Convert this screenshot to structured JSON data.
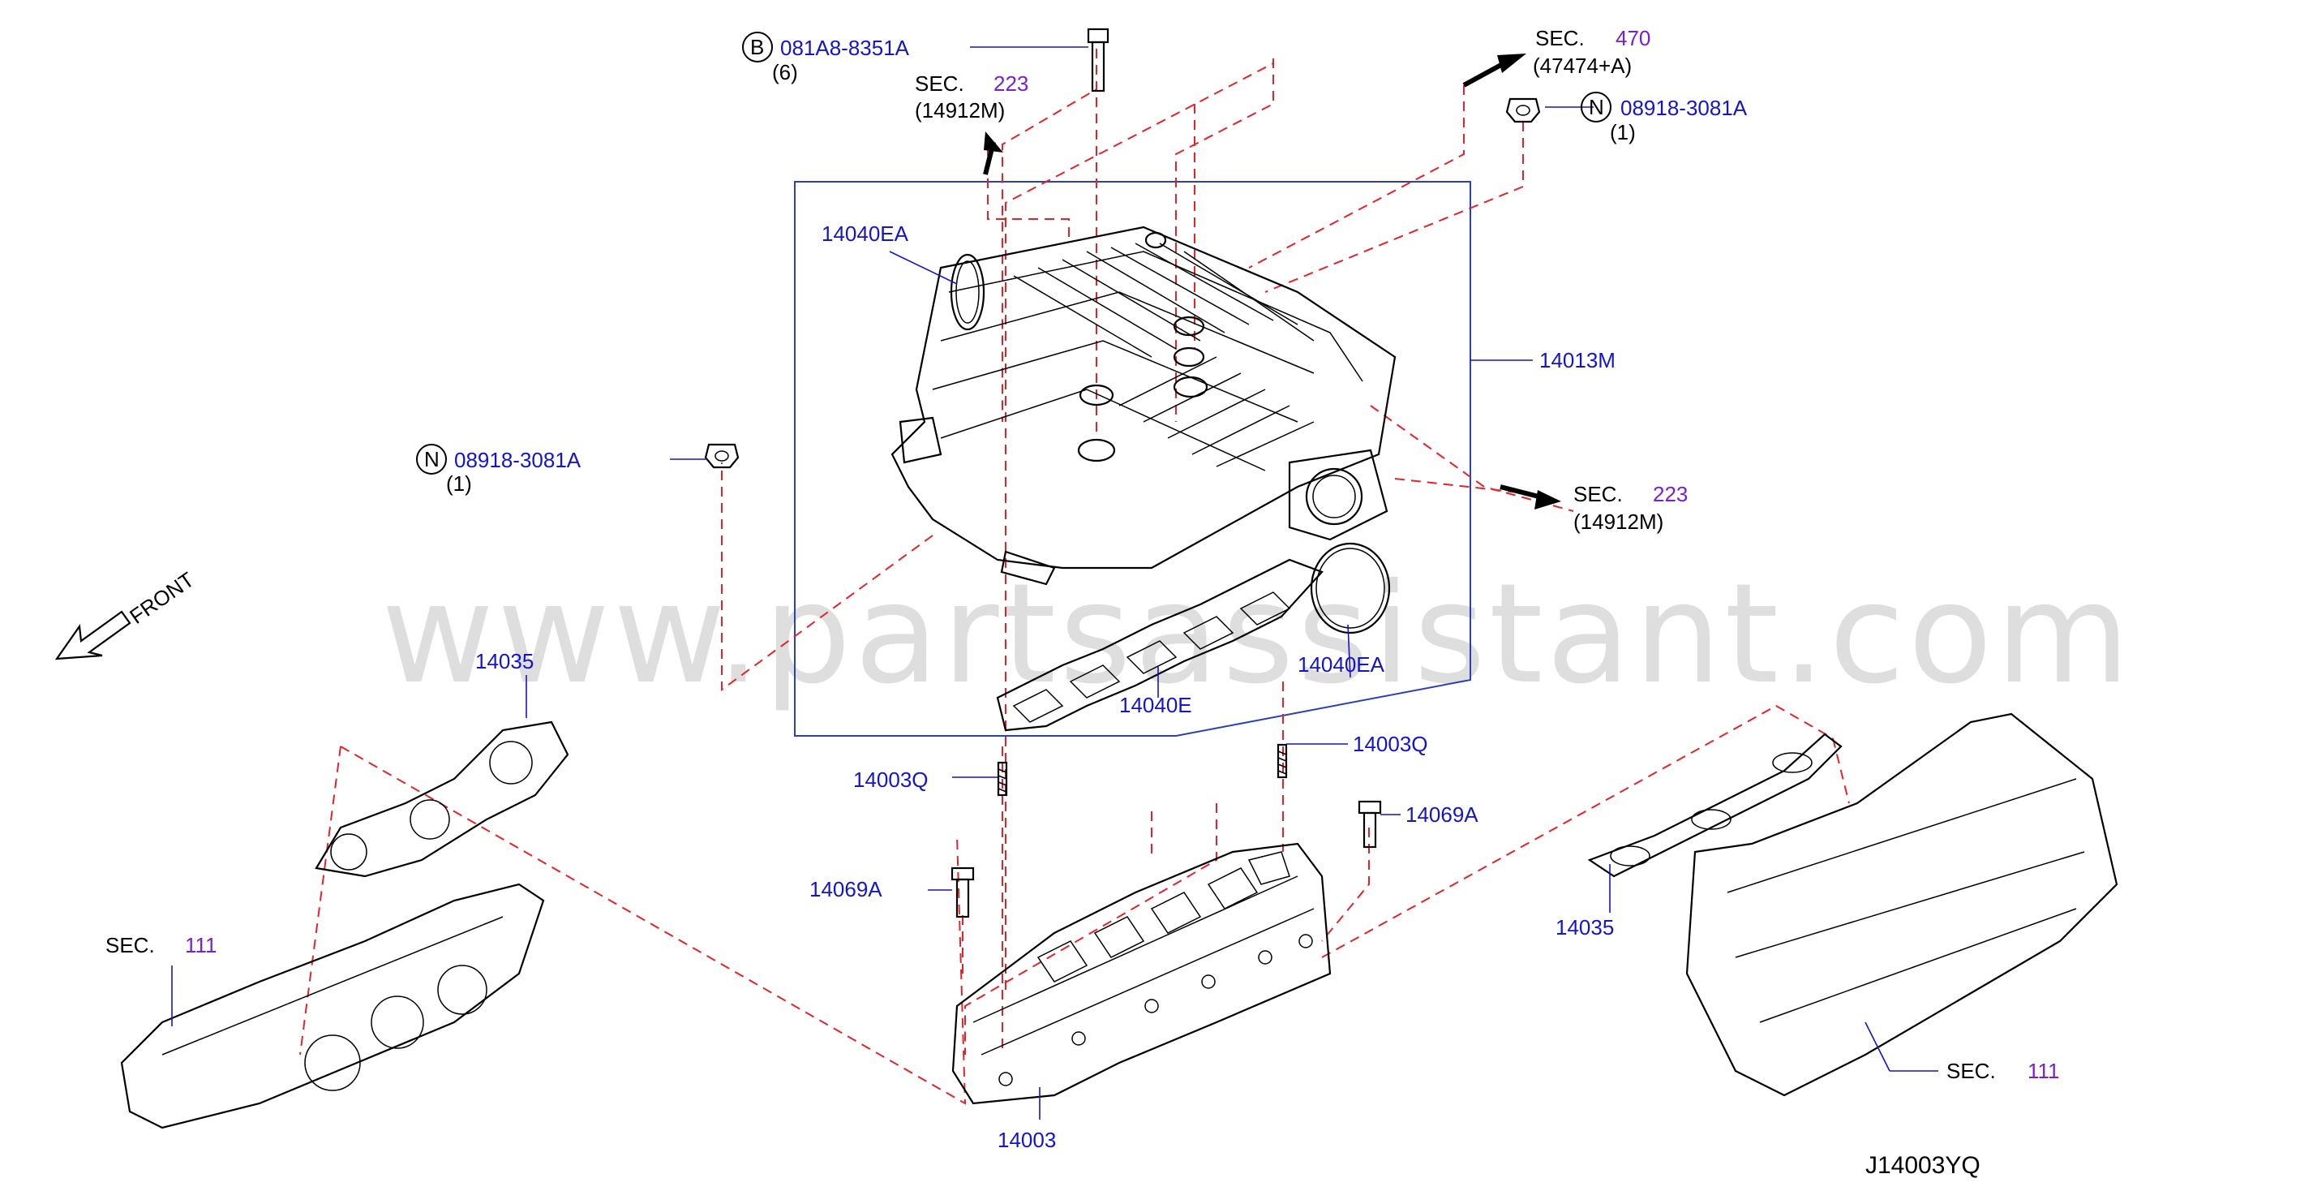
{
  "diagram_code": "J14003YQ",
  "watermark": "www.partsassistant.com",
  "front_label": "FRONT",
  "sec_label": "SEC.",
  "callouts": {
    "bolt_top": {
      "symbol": "B",
      "part": "081A8-8351A",
      "qty": "(6)"
    },
    "sec223_top": {
      "num": "223",
      "ref": "(14912M)"
    },
    "sec470": {
      "num": "470",
      "ref": "(47474+A)"
    },
    "nut_right": {
      "symbol": "N",
      "part": "08918-3081A",
      "qty": "(1)"
    },
    "nut_left": {
      "symbol": "N",
      "part": "08918-3081A",
      "qty": "(1)"
    },
    "gasket_ea_left": "14040EA",
    "collector": "14013M",
    "sec223_right": {
      "num": "223",
      "ref": "(14912M)"
    },
    "gasket_e": "14040E",
    "gasket_ea_right": "14040EA",
    "gasket_left": "14035",
    "stud_left": "14003Q",
    "stud_right": "14003Q",
    "bolt_left": "14069A",
    "bolt_right": "14069A",
    "gasket_right": "14035",
    "sec111_left": {
      "num": "111"
    },
    "sec111_right": {
      "num": "111"
    },
    "manifold": "14003"
  }
}
